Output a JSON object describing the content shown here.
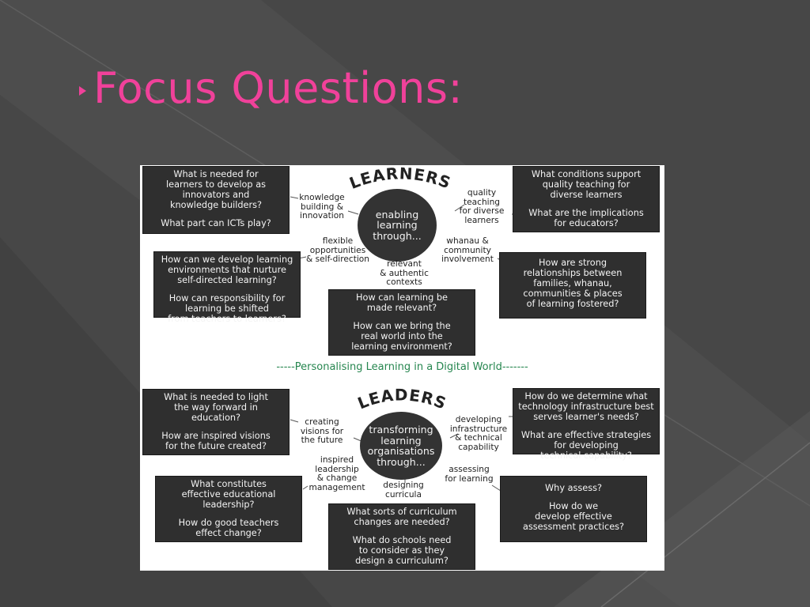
{
  "slide": {
    "title": "Focus Questions:",
    "colors": {
      "background": "#4a4a4a",
      "title": "#f0419a",
      "box": "#2f2f2f",
      "divider_text": "#26864f"
    }
  },
  "learners": {
    "heading": "LEARNERS",
    "center": "enabling\nlearning\nthrough...",
    "labels": {
      "knowledge": "knowledge\nbuilding &\ninnovation",
      "quality": "quality\nteaching\nfor diverse\nlearners",
      "flexible": "flexible\nopportunities\n& self-direction",
      "whanau": "whanau &\ncommunity\ninvolvement",
      "relevant": "relevant\n& authentic\ncontexts"
    },
    "boxes": {
      "top_left": [
        "What is needed for\nlearners to develop as\ninnovators and\nknowledge builders?",
        "What part can ICTs play?"
      ],
      "top_right": [
        "What conditions support\nquality teaching for\ndiverse learners",
        "What are the implications\nfor educators?"
      ],
      "mid_left": [
        "How can we develop learning\nenvironments that nurture\nself-directed learning?",
        "How can responsibility for\nlearning be shifted\nfrom teachers to learners?"
      ],
      "mid_right": [
        "How are strong\nrelationships  between\nfamilies, whanau,\ncommunities & places\nof learning fostered?"
      ],
      "bottom": [
        "How can learning be\nmade relevant?",
        "How can we bring the\nreal world into the\nlearning environment?"
      ]
    }
  },
  "divider": "-----Personalising Learning in a Digital World-------",
  "leaders": {
    "heading": "LEADERS",
    "center": "transforming\nlearning\norganisations\nthrough...",
    "labels": {
      "creating": "creating\nvisions for\nthe future",
      "developing": "developing\ninfrastructure\n& technical\ncapability",
      "inspired": "inspired\nleadership\n& change\nmanagement",
      "assessing": "assessing\nfor learning",
      "designing": "designing\ncurricula"
    },
    "boxes": {
      "top_left": [
        "What is needed to light\nthe way forward in\neducation?",
        "How are inspired visions\nfor the future created?"
      ],
      "top_right": [
        "How do we determine what\ntechnology infrastructure best\nserves learner's needs?",
        "What are effective strategies\nfor developing\ntechnical capability?"
      ],
      "mid_left": [
        "What constitutes\neffective educational\nleadership?",
        "How do good teachers\neffect change?"
      ],
      "mid_right": [
        "Why assess?",
        "How do we\ndevelop effective\nassessment practices?"
      ],
      "bottom": [
        "What sorts of curriculum\nchanges are needed?",
        "What do schools need\nto consider as they\ndesign a curriculum?"
      ]
    }
  }
}
